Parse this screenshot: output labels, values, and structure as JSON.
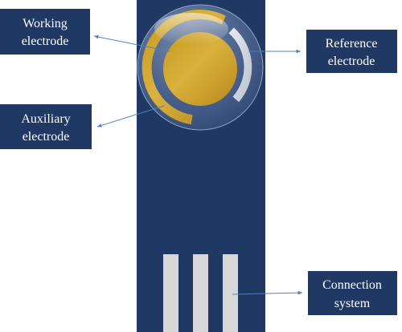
{
  "colors": {
    "strip": "#1f3864",
    "label_box": "#1f3864",
    "label_text": "#ffffff",
    "gold": "#c9a12e",
    "gold_light": "#e6c24e",
    "gold_dark": "#a37d16",
    "reference": "#d9dde6",
    "contact": "#d7d7d7",
    "arrow": "#4f81bd"
  },
  "labels": {
    "working": {
      "line1": "Working",
      "line2": "electrode"
    },
    "reference": {
      "line1": "Reference",
      "line2": "electrode"
    },
    "auxiliary": {
      "line1": "Auxiliary",
      "line2": "electrode"
    },
    "connection": {
      "line1": "Connection",
      "line2": "system"
    }
  },
  "contacts": {
    "count": 3
  }
}
